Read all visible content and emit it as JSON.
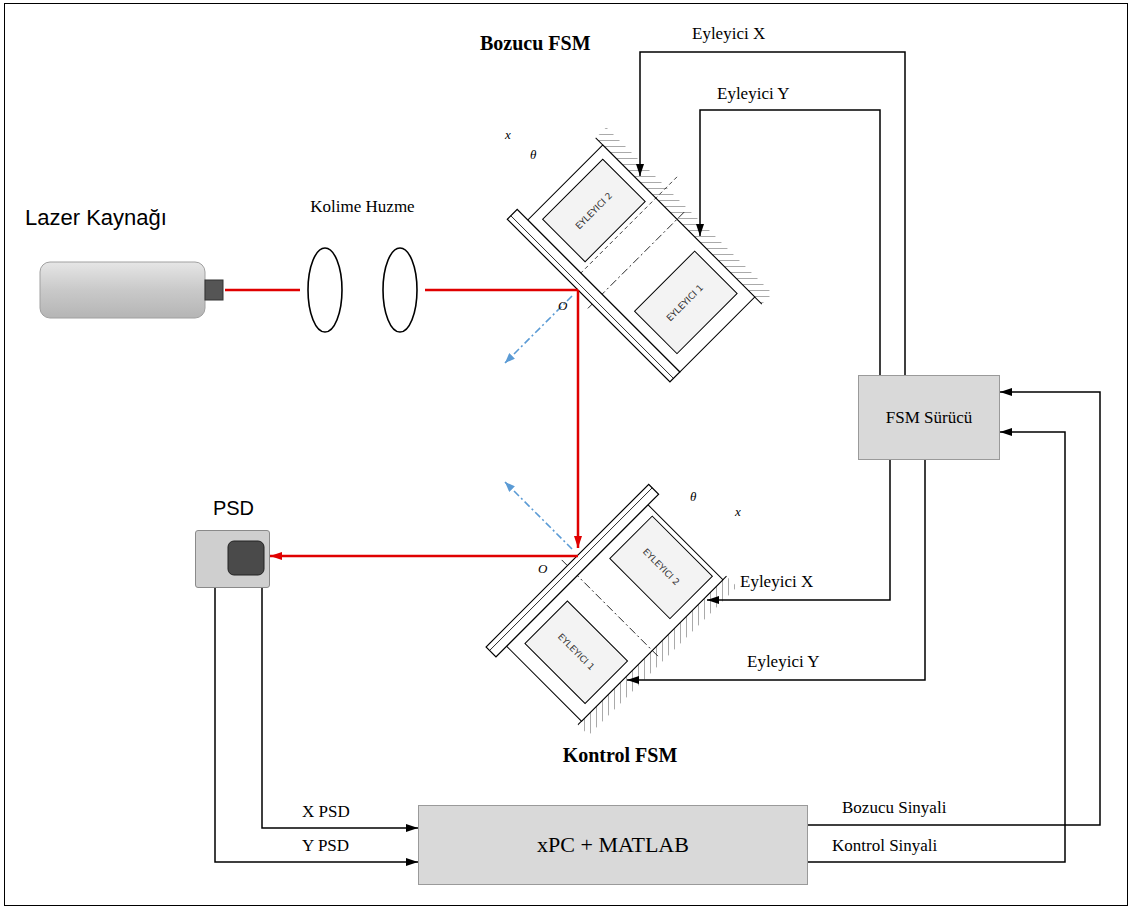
{
  "diagram": {
    "nodes": [
      {
        "text": [
          "Lazer Kaynağı"
        ]
      },
      {
        "text": [
          "Kolime Huzme"
        ]
      },
      {
        "text": [
          "Bozucu FSM",
          "EYLEYICI 2",
          "EYLEYICI 1"
        ]
      },
      {
        "text": [
          "FSM Sürücü"
        ]
      },
      {
        "text": [
          "PSD"
        ]
      },
      {
        "text": [
          "Kontrol FSM",
          "EYLEYICI 2",
          "EYLEYICI 1"
        ]
      },
      {
        "text": [
          "xPC + MATLAB"
        ]
      }
    ],
    "edges": [
      {
        "from": 0,
        "to": 1,
        "arrow": "none"
      },
      {
        "from": 1,
        "to": 2,
        "arrow": "none"
      },
      {
        "from": 2,
        "to": 5,
        "arrow": "to"
      },
      {
        "from": 5,
        "to": 4,
        "arrow": "to"
      },
      {
        "from": 3,
        "to": 2,
        "label": "Eyleyici X",
        "arrow": "to"
      },
      {
        "from": 3,
        "to": 2,
        "label": "Eyleyici Y",
        "arrow": "to"
      },
      {
        "from": 3,
        "to": 5,
        "label": "Eyleyici X",
        "arrow": "to"
      },
      {
        "from": 3,
        "to": 5,
        "label": "Eyleyici Y",
        "arrow": "to"
      },
      {
        "from": 4,
        "to": 6,
        "label": "X PSD",
        "arrow": "to"
      },
      {
        "from": 4,
        "to": 6,
        "label": "Y PSD",
        "arrow": "to"
      },
      {
        "from": 6,
        "to": 3,
        "label": "Bozucu Sinyali",
        "arrow": "to"
      },
      {
        "from": 6,
        "to": 3,
        "label": "Kontrol Sinyali",
        "arrow": "to"
      }
    ],
    "labels": [
      "x",
      "θ",
      "O",
      "x",
      "θ",
      "O"
    ]
  }
}
